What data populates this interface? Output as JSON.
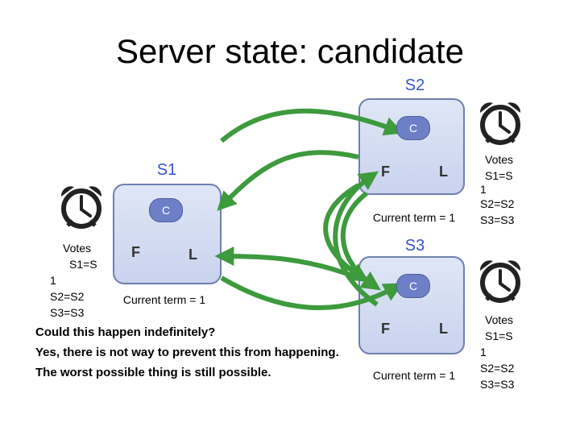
{
  "title": "Server state: candidate",
  "colors": {
    "arrow": "#3d9a3d",
    "box_border": "#6f7fb0",
    "state_fill": "#6d7fc6",
    "server_label": "#3355cc"
  },
  "servers": {
    "s1": {
      "name": "S1",
      "state": "C",
      "follower": "F",
      "leader": "L",
      "term": "Current term = 1",
      "votes": [
        "Votes",
        "S1=S",
        "1",
        "S2=S2",
        "S3=S3"
      ]
    },
    "s2": {
      "name": "S2",
      "state": "C",
      "follower": "F",
      "leader": "L",
      "term": "Current term = 1",
      "votes": [
        "Votes",
        "S1=S",
        "1",
        "S2=S2",
        "S3=S3"
      ]
    },
    "s3": {
      "name": "S3",
      "state": "C",
      "follower": "F",
      "leader": "L",
      "term": "Current term = 1",
      "votes": [
        "Votes",
        "S1=S",
        "1",
        "S2=S2",
        "S3=S3"
      ]
    }
  },
  "icons": [
    "alarm-clock-icon",
    "alarm-clock-icon",
    "alarm-clock-icon"
  ],
  "note": {
    "line1": "Could this happen indefinitely?",
    "line2": "Yes, there is not way to prevent this from happening.",
    "line3": "The worst possible thing is still possible."
  }
}
